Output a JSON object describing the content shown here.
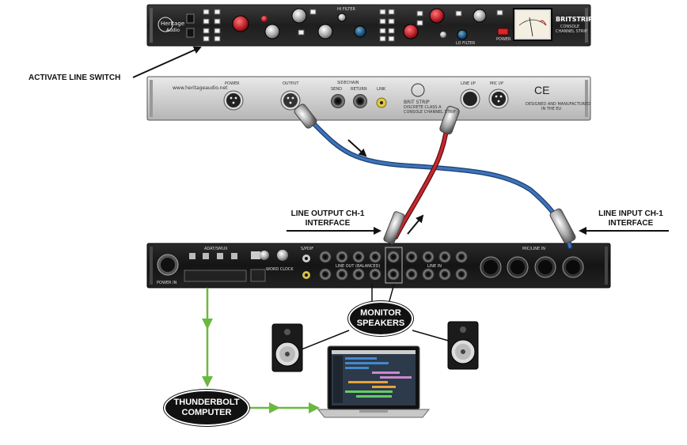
{
  "labels": {
    "activate": "ACTIVATE LINE SWITCH",
    "line_output_1": "LINE OUTPUT CH-1",
    "line_output_2": "INTERFACE",
    "line_input_1": "LINE INPUT CH-1",
    "line_input_2": "INTERFACE",
    "monitor_1": "MONITOR",
    "monitor_2": "SPEAKERS",
    "thunderbolt_1": "THUNDERBOLT",
    "thunderbolt_2": "COMPUTER"
  },
  "front_panel": {
    "brand_name": "Heritage",
    "brand_sub": "Audio",
    "product": "BRITSTRIP",
    "product_sub_1": "CONSOLE",
    "product_sub_2": "CHANNEL STRIP",
    "power_label": "POWER",
    "hi_filter": "HI FILTER",
    "lo_filter": "LO FILTER"
  },
  "rear_panel": {
    "website": "www.heritageaudio.net",
    "power": "POWER",
    "output": "OUTPUT",
    "sidechain": "SIDECHAIN",
    "send": "SEND",
    "return": "RETURN",
    "link": "LINK",
    "line_ip": "LINE I/P",
    "mic_ip": "MIC I/P",
    "product": "BRIT STRIP",
    "product_sub_1": "DISCRETE CLASS A",
    "product_sub_2": "CONSOLE CHANNEL STRIP",
    "ce": "CE",
    "designed": "DESIGNED AND MANUFACTURED",
    "in_eu": "IN THE EU"
  },
  "interface": {
    "power_label": "POWER IN",
    "adat_label": "ADAT/SMUX",
    "wordclock": "WORD CLOCK",
    "line_outputs": "LINE OUT (BALANCED)",
    "line_inputs": "LINE IN",
    "mic_inputs": "MIC/LINE IN",
    "spdif": "S/PDIF"
  },
  "colors": {
    "blue_cable": "#2f5f9e",
    "red_cable": "#b8262b",
    "green_arrow": "#6ab93f"
  }
}
